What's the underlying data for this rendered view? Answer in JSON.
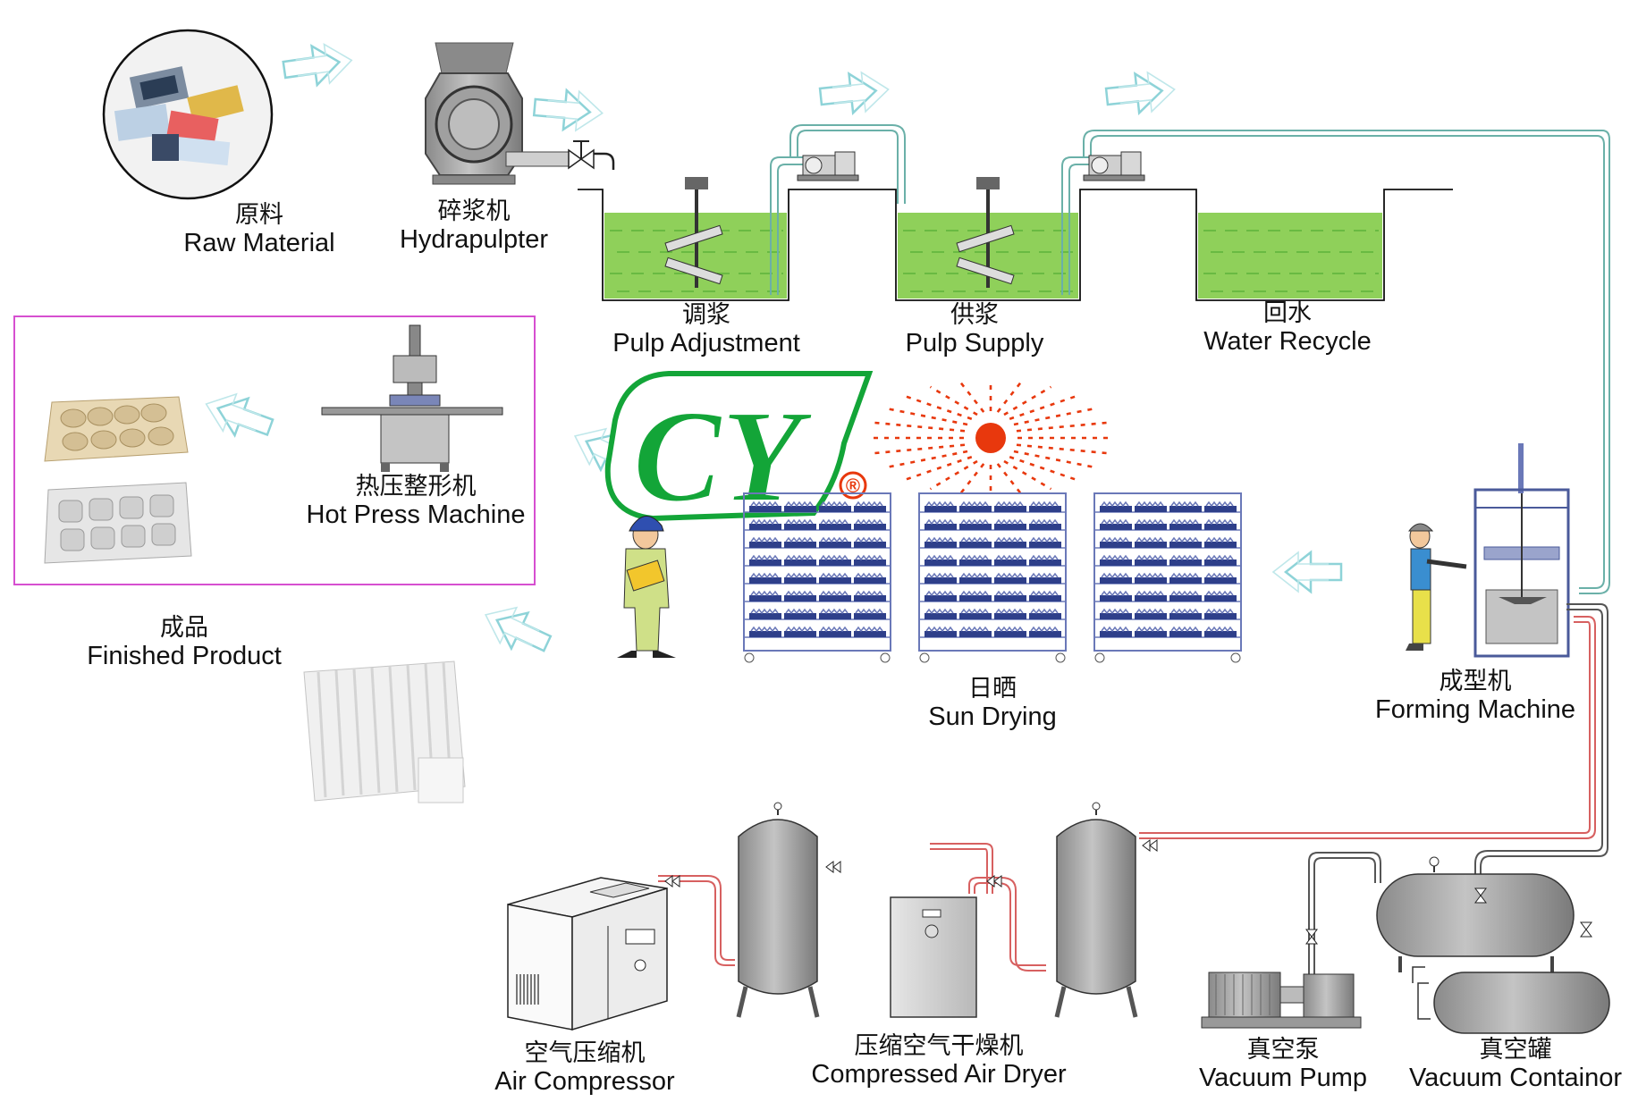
{
  "colors": {
    "water": "#8fd05a",
    "water_line": "#5db33a",
    "pipe_water": "#6ab0a8",
    "pipe_air": "#d76060",
    "arrow": "#8ed3d8",
    "logo_green": "#13a538",
    "sun": "#e8380d",
    "frame_magenta": "#d64fd0",
    "machine_grey": "#9a9a9a"
  },
  "stations": {
    "raw_material": {
      "zh": "原料",
      "en": "Raw Material"
    },
    "hydrapulpter": {
      "zh": "碎浆机",
      "en": "Hydrapulpter"
    },
    "pulp_adjustment": {
      "zh": "调浆",
      "en": "Pulp Adjustment"
    },
    "pulp_supply": {
      "zh": "供浆",
      "en": "Pulp Supply"
    },
    "water_recycle": {
      "zh": "回水",
      "en": "Water Recycle"
    },
    "hot_press": {
      "zh": "热压整形机",
      "en": "Hot Press Machine"
    },
    "finished_product": {
      "zh": "成品",
      "en": "Finished Product"
    },
    "sun_drying": {
      "zh": "日晒",
      "en": "Sun  Drying"
    },
    "forming_machine": {
      "zh": "成型机",
      "en": "Forming Machine"
    },
    "air_compressor": {
      "zh": "空气压缩机",
      "en": "Air Compressor"
    },
    "air_dryer": {
      "zh": "压缩空气干燥机",
      "en": "Compressed Air Dryer"
    },
    "vacuum_pump": {
      "zh": "真空泵",
      "en": "Vacuum Pump"
    },
    "vacuum_container": {
      "zh": "真空罐",
      "en": "Vacuum Containor"
    }
  },
  "logo": {
    "text": "CY",
    "mark": "®"
  },
  "icons": [
    "flow-arrow-icon",
    "sun-icon",
    "worker-icon",
    "pump-icon",
    "valve-icon",
    "agitator-icon"
  ]
}
